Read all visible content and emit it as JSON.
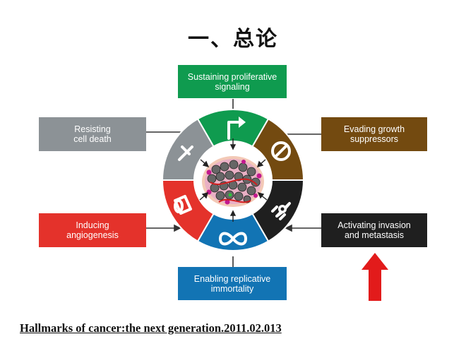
{
  "title": "一、总论",
  "colors": {
    "green": "#0f9b4f",
    "brown": "#734a10",
    "black": "#1f1f1f",
    "blue": "#1274b4",
    "red": "#e4322b",
    "gray": "#8c9296",
    "arrow": "#e21b1b"
  },
  "hallmarks": [
    {
      "label": "Sustaining proliferative\nsignaling",
      "color": "green",
      "icon": "proliferation-arrow-icon"
    },
    {
      "label": "Evading growth\nsuppressors",
      "color": "brown",
      "icon": "no-entry-icon"
    },
    {
      "label": "Activating invasion\nand metastasis",
      "color": "black",
      "icon": "rocket-icon"
    },
    {
      "label": "Enabling replicative\nimmortality",
      "color": "blue",
      "icon": "infinity-icon"
    },
    {
      "label": "Inducing\nangiogenesis",
      "color": "red",
      "icon": "blood-vessel-icon"
    },
    {
      "label": "Resisting\ncell death",
      "color": "gray",
      "icon": "dagger-icon"
    }
  ],
  "center_icon": "tumor-cells-icon",
  "indicator_icon": "red-up-arrow-icon",
  "citation": "Hallmarks of cancer:the next generation.2011.02.013"
}
